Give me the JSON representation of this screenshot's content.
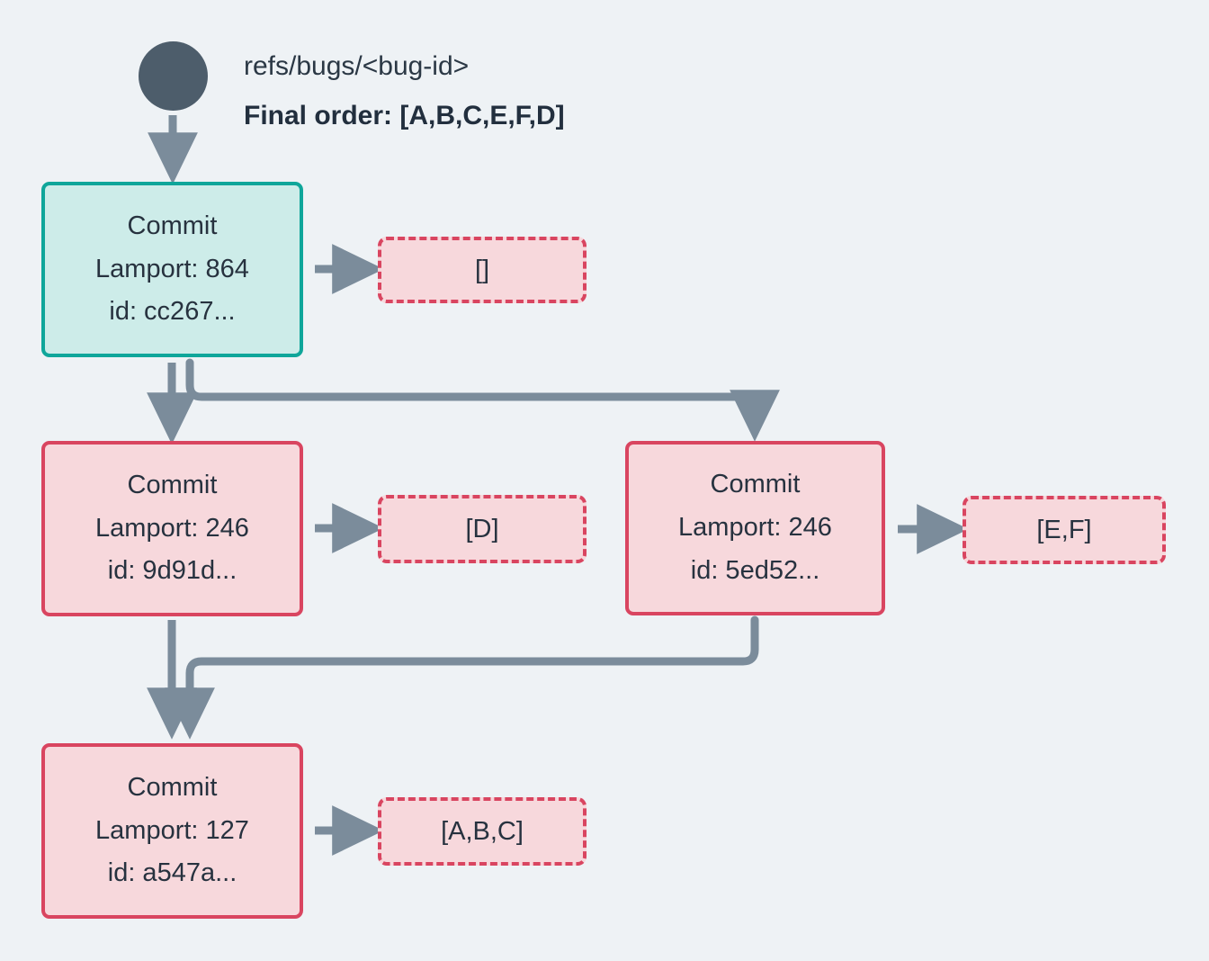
{
  "diagram": {
    "background_color": "#eef2f5",
    "title_ref": "refs/bugs/<bug-id>",
    "final_order": "Final order: [A,B,C,E,F,D]",
    "root_node_name": "root-ref-pointer",
    "colors": {
      "teal_border": "#0fa69a",
      "teal_fill": "#cdece9",
      "pink_border": "#d94560",
      "pink_fill": "#f7d8dc",
      "edge": "#7b8c9b",
      "root_dot": "#4d5d6b",
      "text": "#27323f"
    },
    "commits": [
      {
        "key": "cc267",
        "type": "Commit",
        "lamport_label": "Lamport: 864",
        "id_label": "id: cc267...",
        "style": "teal",
        "ops_label": "[]"
      },
      {
        "key": "9d91d",
        "type": "Commit",
        "lamport_label": "Lamport: 246",
        "id_label": "id: 9d91d...",
        "style": "pink",
        "ops_label": "[D]"
      },
      {
        "key": "5ed52",
        "type": "Commit",
        "lamport_label": "Lamport: 246",
        "id_label": "id: 5ed52...",
        "style": "pink",
        "ops_label": "[E,F]"
      },
      {
        "key": "a547a",
        "type": "Commit",
        "lamport_label": "Lamport: 127",
        "id_label": "id: a547a...",
        "style": "pink",
        "ops_label": "[A,B,C]"
      }
    ]
  }
}
